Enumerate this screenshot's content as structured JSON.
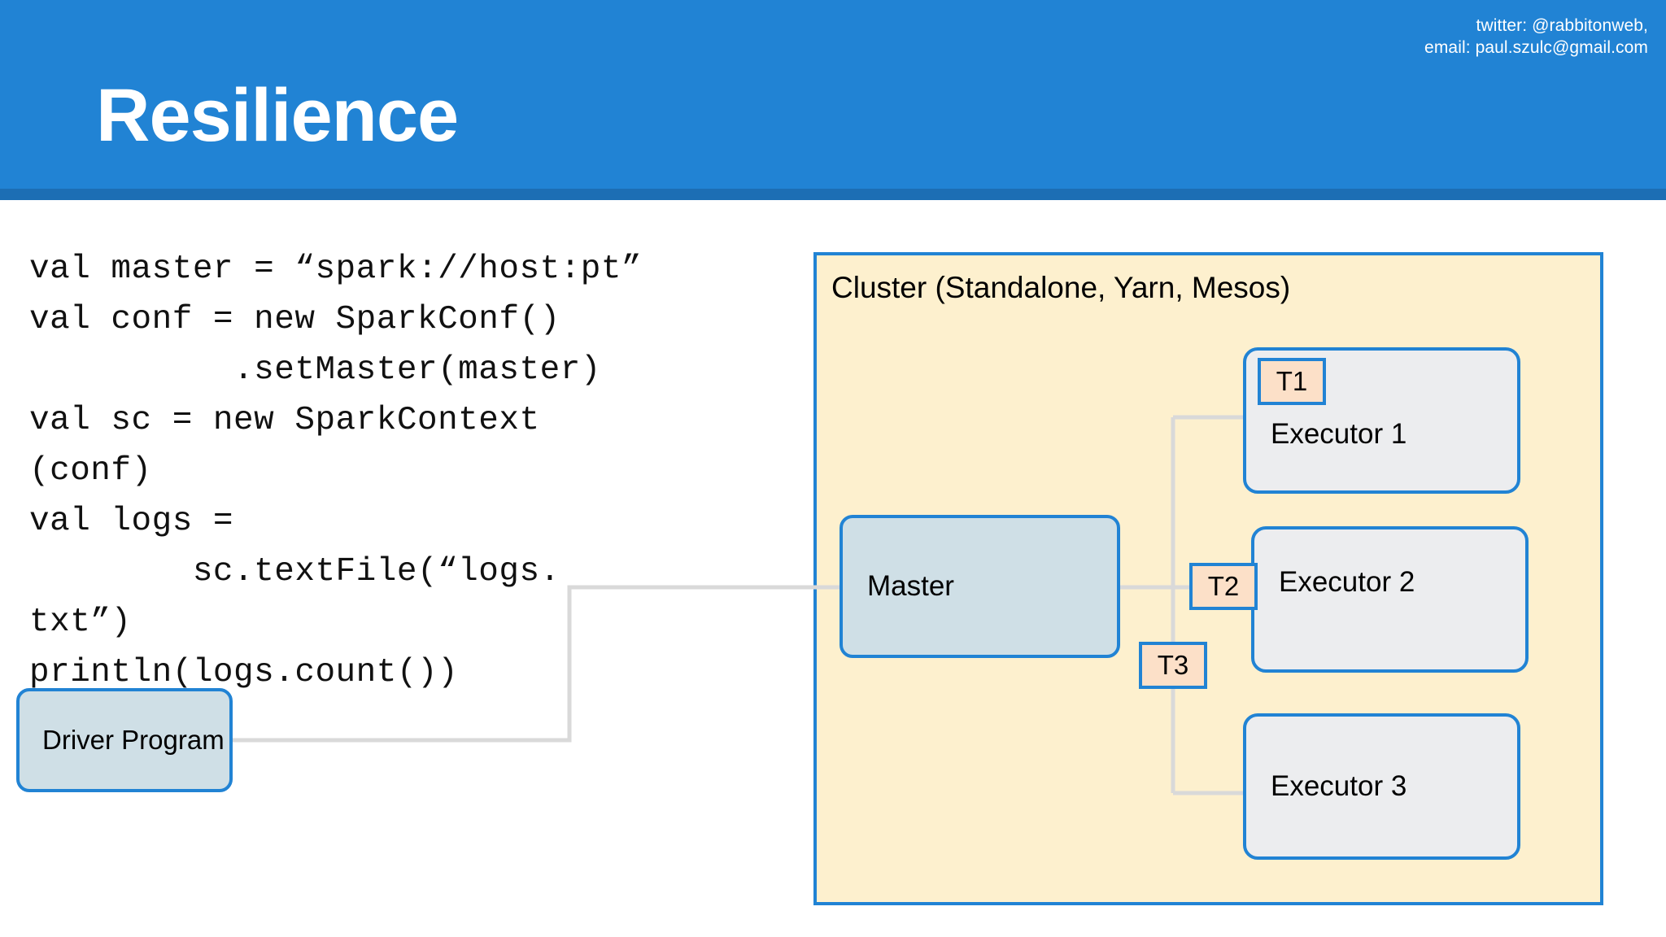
{
  "header": {
    "title": "Resilience",
    "contact_lines": [
      "twitter: @rabbitonweb,",
      "email: paul.szulc@gmail.com"
    ],
    "bg_color": "#2183d4",
    "stripe_color": "#1c6eb4",
    "title_color": "#ffffff"
  },
  "code": {
    "language": "scala",
    "text": "val master = “spark://host:pt”\nval conf = new SparkConf()\n          .setMaster(master)\nval sc = new SparkContext\n(conf)\nval logs =\n        sc.textFile(“logs.\ntxt”)\nprintln(logs.count())"
  },
  "diagram": {
    "driver": {
      "label": "Driver Program",
      "fill": "#cfdfe6",
      "border": "#2183d4"
    },
    "cluster": {
      "label": "Cluster (Standalone, Yarn, Mesos)",
      "fill": "#fdf0ce",
      "border": "#2183d4"
    },
    "master": {
      "label": "Master",
      "fill": "#cfdfe6",
      "border": "#2183d4"
    },
    "executors": [
      {
        "label": "Executor 1",
        "fill": "#ecedef",
        "border": "#2183d4"
      },
      {
        "label": "Executor 2",
        "fill": "#ecedef",
        "border": "#2183d4"
      },
      {
        "label": "Executor 3",
        "fill": "#ecedef",
        "border": "#2183d4"
      }
    ],
    "tasks": [
      {
        "label": "T1",
        "fill": "#fce0c8",
        "border": "#2183d4"
      },
      {
        "label": "T2",
        "fill": "#fce0c8",
        "border": "#2183d4"
      },
      {
        "label": "T3",
        "fill": "#fce0c8",
        "border": "#2183d4"
      }
    ],
    "connector_color": "#d9d9d9"
  }
}
